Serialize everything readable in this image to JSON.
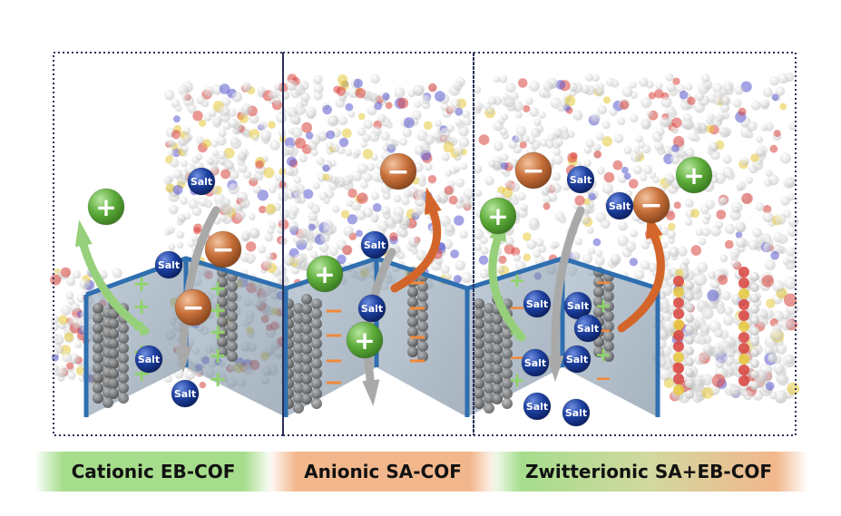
{
  "captions": [
    {
      "text": "Cationic EB-COF"
    },
    {
      "text": "Anionic SA-COF"
    },
    {
      "text": "Zwitterionic SA+EB-COF"
    }
  ],
  "salt_label": "Salt",
  "plus_symbol": "+",
  "minus_symbol": "−",
  "colors": {
    "cation_ball": "#5fae3c",
    "anion_ball": "#c8703a",
    "salt_ball": "#1c3f9e",
    "cation_arrow": "#96d07a",
    "anion_arrow": "#d4652a",
    "salt_arrow": "#a9a9a9",
    "membrane_frame": "#2f6fb0",
    "plus_charge": "#8fd36a",
    "minus_charge": "#f08a3c"
  }
}
